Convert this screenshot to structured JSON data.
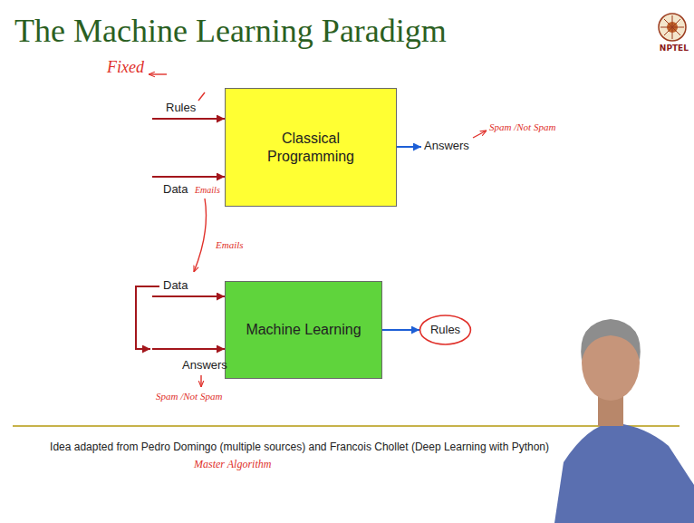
{
  "diagram": {
    "title": "The Machine Learning Paradigm",
    "caption": "Idea adapted from Pedro Domingo (multiple sources) and Francois Chollet (Deep Learning with Python)",
    "nodes": [
      {
        "text": [
          "Classical Programming"
        ]
      },
      {
        "text": [
          "Machine Learning"
        ]
      },
      {
        "text": [
          "Rules"
        ]
      }
    ],
    "edges": [
      {
        "from": 1,
        "to": 2,
        "arrow": "to"
      }
    ],
    "labels": [
      "Fixed",
      "Rules",
      "Data",
      "Emails",
      "Answers",
      "Spam /Not Spam",
      "Emails",
      "Data",
      "Answers",
      "Spam /Not Spam",
      "Master Algorithm",
      "NPTEL"
    ]
  }
}
